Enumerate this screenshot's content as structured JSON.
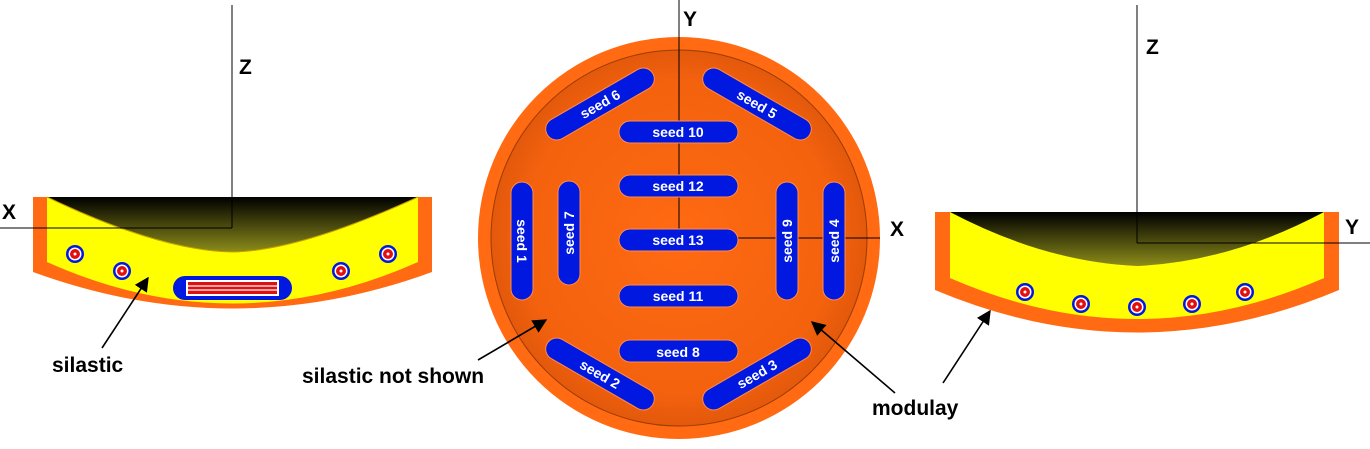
{
  "left_view": {
    "axis_z": "Z",
    "axis_x": "X",
    "callout": "silastic"
  },
  "center_view": {
    "axis_y": "Y",
    "axis_x": "X",
    "callout_left": "silastic not shown",
    "callout_right": "modulay",
    "seeds": [
      {
        "id": "seed-1",
        "label": "seed 1"
      },
      {
        "id": "seed-2",
        "label": "seed 2"
      },
      {
        "id": "seed-3",
        "label": "seed 3"
      },
      {
        "id": "seed-4",
        "label": "seed 4"
      },
      {
        "id": "seed-5",
        "label": "seed 5"
      },
      {
        "id": "seed-6",
        "label": "seed 6"
      },
      {
        "id": "seed-7",
        "label": "seed 7"
      },
      {
        "id": "seed-8",
        "label": "seed 8"
      },
      {
        "id": "seed-9",
        "label": "seed 9"
      },
      {
        "id": "seed-10",
        "label": "seed 10"
      },
      {
        "id": "seed-11",
        "label": "seed 11"
      },
      {
        "id": "seed-12",
        "label": "seed 12"
      },
      {
        "id": "seed-13",
        "label": "seed 13"
      }
    ]
  },
  "right_view": {
    "axis_z": "Z",
    "axis_y": "Y"
  },
  "colors": {
    "modulay": "#ff6a12",
    "modulay_inner": "#e85a0a",
    "silastic": "#ffff00",
    "seed": "#0018e0",
    "seed_core": "#e01010",
    "eye": "#3a3a00"
  }
}
